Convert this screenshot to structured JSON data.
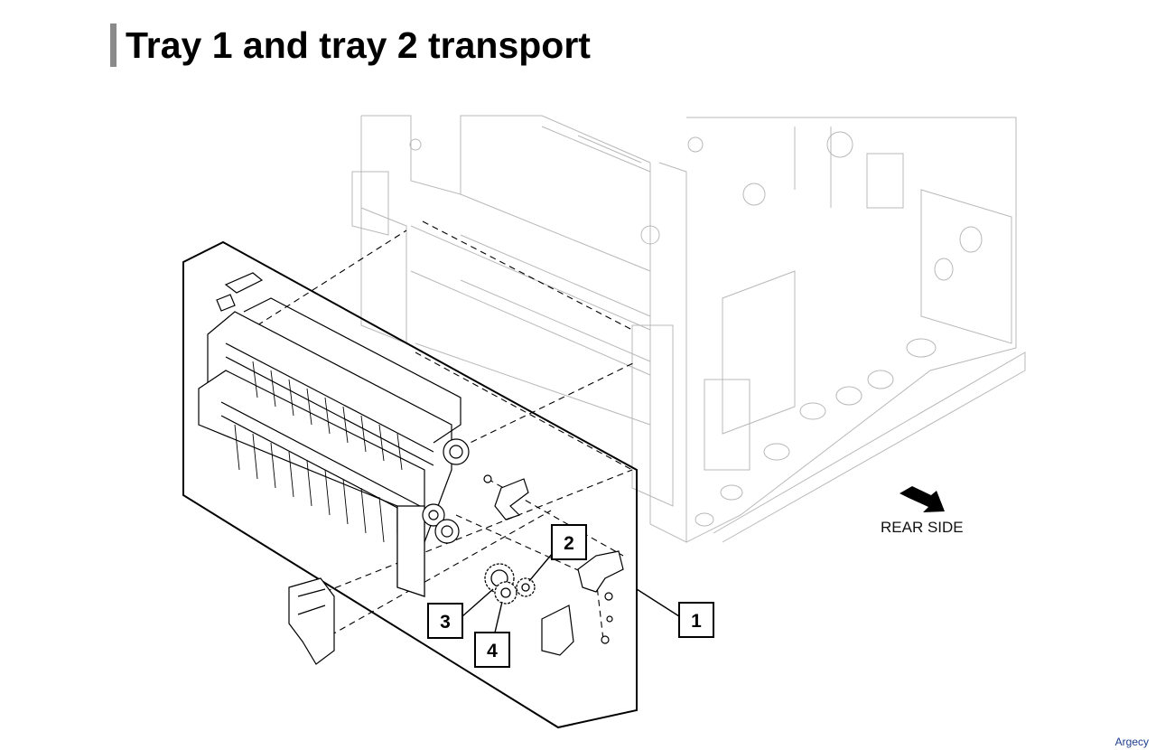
{
  "header": {
    "title": "Tray 1 and tray 2 transport"
  },
  "diagram": {
    "orientation_label": "REAR SIDE",
    "callouts": [
      {
        "id": "1",
        "label": "1"
      },
      {
        "id": "2",
        "label": "2"
      },
      {
        "id": "3",
        "label": "3"
      },
      {
        "id": "4",
        "label": "4"
      }
    ],
    "colors": {
      "line": "#000000",
      "frame_line": "#b8b8b8",
      "arrow": "#000000",
      "title_bar": "#8a8a8a",
      "watermark": "#1d3d8c"
    }
  },
  "footer": {
    "watermark": "Argecy"
  }
}
